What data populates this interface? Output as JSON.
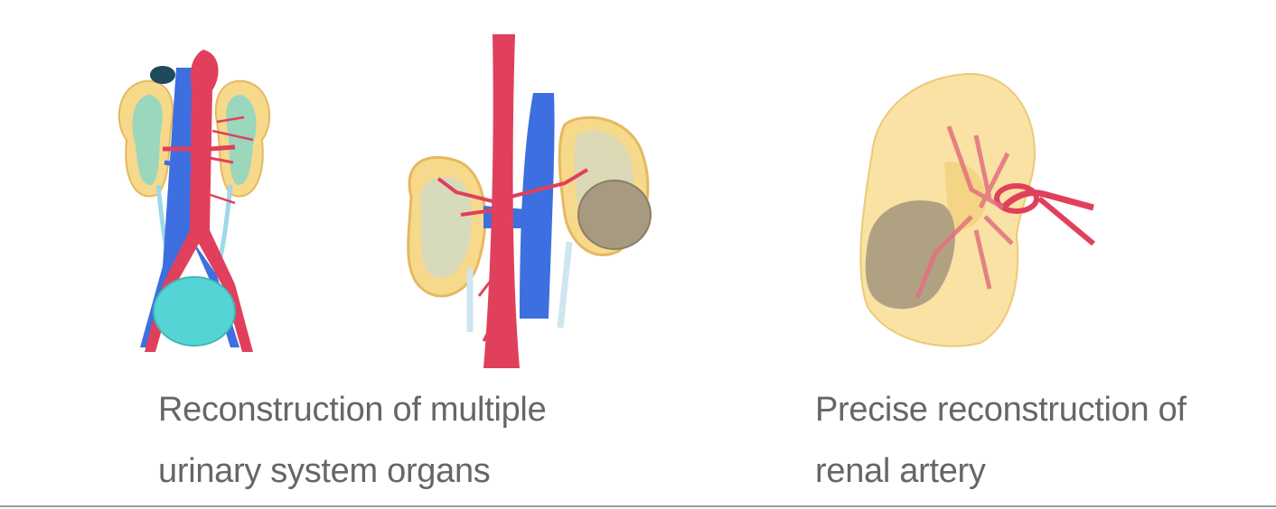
{
  "figures": [
    {
      "id": "urinary-system",
      "caption_lines": [
        "Reconstruction of multiple",
        "urinary system organs"
      ]
    },
    {
      "id": "renal-artery",
      "caption_lines": [
        "Precise reconstruction of",
        "renal artery"
      ]
    }
  ],
  "colors": {
    "artery": "#e0405c",
    "vein": "#3d6fe0",
    "kidney": "#f7d98c",
    "kidney_inner": "#8fd6c2",
    "bladder": "#55d4d6",
    "ureter": "#9fd8e8",
    "tumor": "#a89a80",
    "caption": "#666666",
    "divider": "#9a9a9a"
  }
}
